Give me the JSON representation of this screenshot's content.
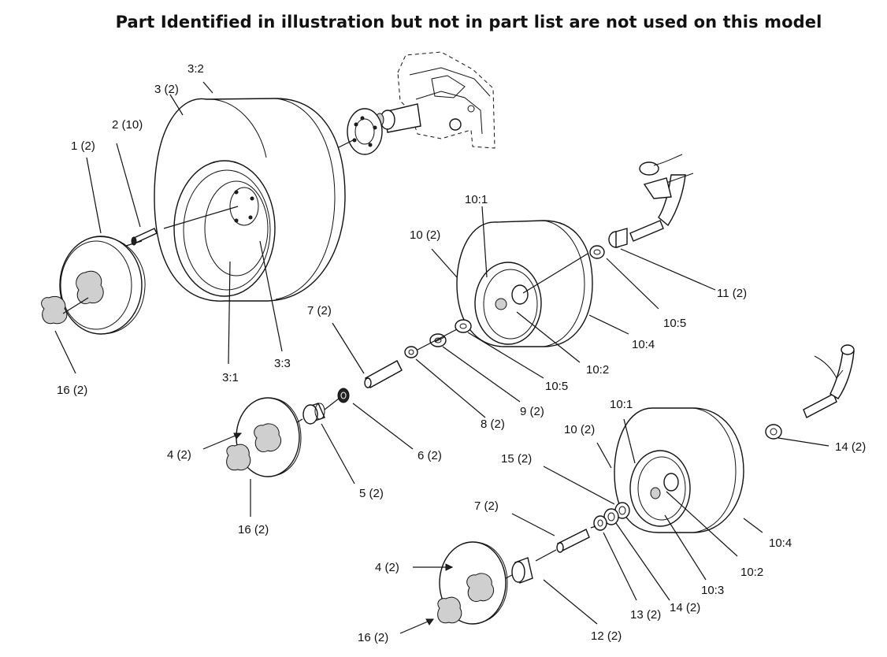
{
  "title": "Part Identified in illustration but not in part list are not used on this model",
  "callouts": {
    "c1": "1 (2)",
    "c2": "2 (10)",
    "c3": "3 (2)",
    "c3_2": "3:2",
    "c3_1": "3:1",
    "c3_3": "3:3",
    "c16a": "16 (2)",
    "c7a": "7 (2)",
    "c10a": "10 (2)",
    "c10_1a": "10:1",
    "c11": "11 (2)",
    "c10_5a": "10:5",
    "c10_4a": "10:4",
    "c10_2a": "10:2",
    "c10_5b": "10:5",
    "c9": "9 (2)",
    "c8": "8 (2)",
    "c6": "6 (2)",
    "c5": "5 (2)",
    "c4a": "4 (2)",
    "c16b": "16 (2)",
    "c14a": "14 (2)",
    "c10_1b": "10:1",
    "c10b": "10 (2)",
    "c15": "15 (2)",
    "c7b": "7 (2)",
    "c10_4b": "10:4",
    "c10_2b": "10:2",
    "c10_3": "10:3",
    "c14b": "14 (2)",
    "c13": "13 (2)",
    "c12": "12 (2)",
    "c4b": "4 (2)",
    "c16c": "16 (2)"
  }
}
